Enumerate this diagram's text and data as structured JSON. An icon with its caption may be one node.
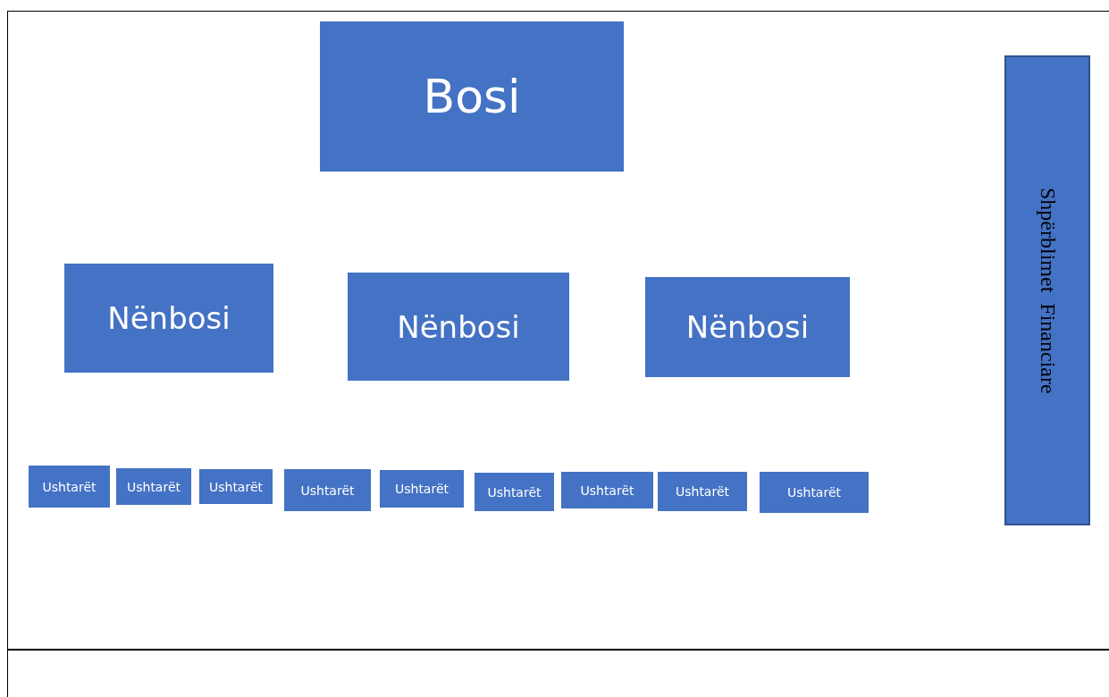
{
  "diagram": {
    "nodes": [
      {
        "text": [
          "Bosi"
        ]
      },
      {
        "text": [
          "Nënbosi"
        ]
      },
      {
        "text": [
          "Nënbosi"
        ]
      },
      {
        "text": [
          "Nënbosi"
        ]
      },
      {
        "text": [
          "Ushtarët"
        ]
      },
      {
        "text": [
          "Ushtarët"
        ]
      },
      {
        "text": [
          "Ushtarët"
        ]
      },
      {
        "text": [
          "Ushtarët"
        ]
      },
      {
        "text": [
          "Ushtarët"
        ]
      },
      {
        "text": [
          "Ushtarët"
        ]
      },
      {
        "text": [
          "Ushtarët"
        ]
      },
      {
        "text": [
          "Ushtarët"
        ]
      },
      {
        "text": [
          "Ushtarët"
        ]
      },
      {
        "text": [
          "Shpërblimet  Financiare"
        ]
      }
    ]
  }
}
